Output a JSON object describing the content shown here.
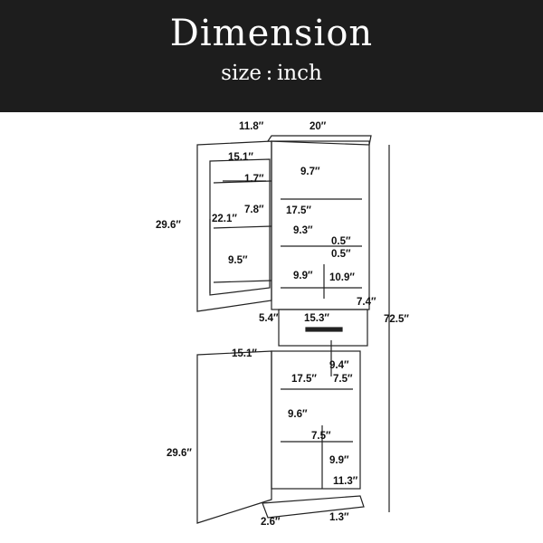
{
  "header": {
    "title": "Dimension",
    "subtitle": "size : inch"
  },
  "colors": {
    "banner_bg": "#1d1d1d",
    "banner_text": "#ffffff",
    "line": "#222222",
    "dim_text": "#111111"
  },
  "dimensions": {
    "top_depth": "11.8″",
    "top_width": "20″",
    "upper_door_width": "15.1″",
    "upper_shelf_gap_top": "9.7″",
    "door_rack_gap": "1.7″",
    "door_rack_height": "7.8″",
    "upper_inner_width": "17.5″",
    "door_inner_height": "22.1″",
    "upper_door_height": "29.6″",
    "upper_shelf_gap_mid": "9.3″",
    "shelf_thickness_a": "0.5″",
    "shelf_thickness_b": "0.5″",
    "door_rack_lower": "9.5″",
    "upper_shelf_gap_bottom": "9.9″",
    "upper_shelf_depth": "10.9″",
    "drawer_height": "7.4″",
    "drawer_inner_height": "5.4″",
    "drawer_width": "15.3″",
    "total_height": "72.5″",
    "lower_door_width": "15.1″",
    "lower_gap_top": "9.4″",
    "lower_inner_width": "17.5″",
    "lower_shelf_depth_top": "7.5″",
    "lower_gap_mid": "9.6″",
    "lower_shelf_depth_mid": "7.5″",
    "lower_door_height": "29.6″",
    "lower_gap_bottom": "9.9″",
    "base_depth": "11.3″",
    "foot_width": "2.6″",
    "base_height": "1.3″"
  }
}
